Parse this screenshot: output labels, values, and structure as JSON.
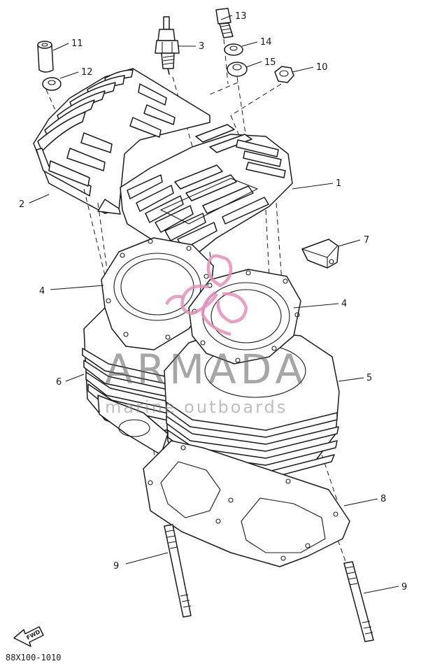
{
  "callouts": {
    "c1": "1",
    "c2": "2",
    "c3": "3",
    "c4a": "4",
    "c4b": "4",
    "c5": "5",
    "c6": "6",
    "c7": "7",
    "c8": "8",
    "c9a": "9",
    "c9b": "9",
    "c10": "10",
    "c11": "11",
    "c12": "12",
    "c13": "13",
    "c14": "14",
    "c15": "15"
  },
  "watermark": {
    "brand": "ARMADA",
    "tagline": "marine outboards",
    "logo_color": "#e48fbb"
  },
  "footer": {
    "diagram_code": "88X100-1010",
    "fwd_label": "FWD"
  },
  "icons": {
    "fwd_arrow": "fwd-arrow-icon",
    "logo": "armada-logo-icon"
  }
}
